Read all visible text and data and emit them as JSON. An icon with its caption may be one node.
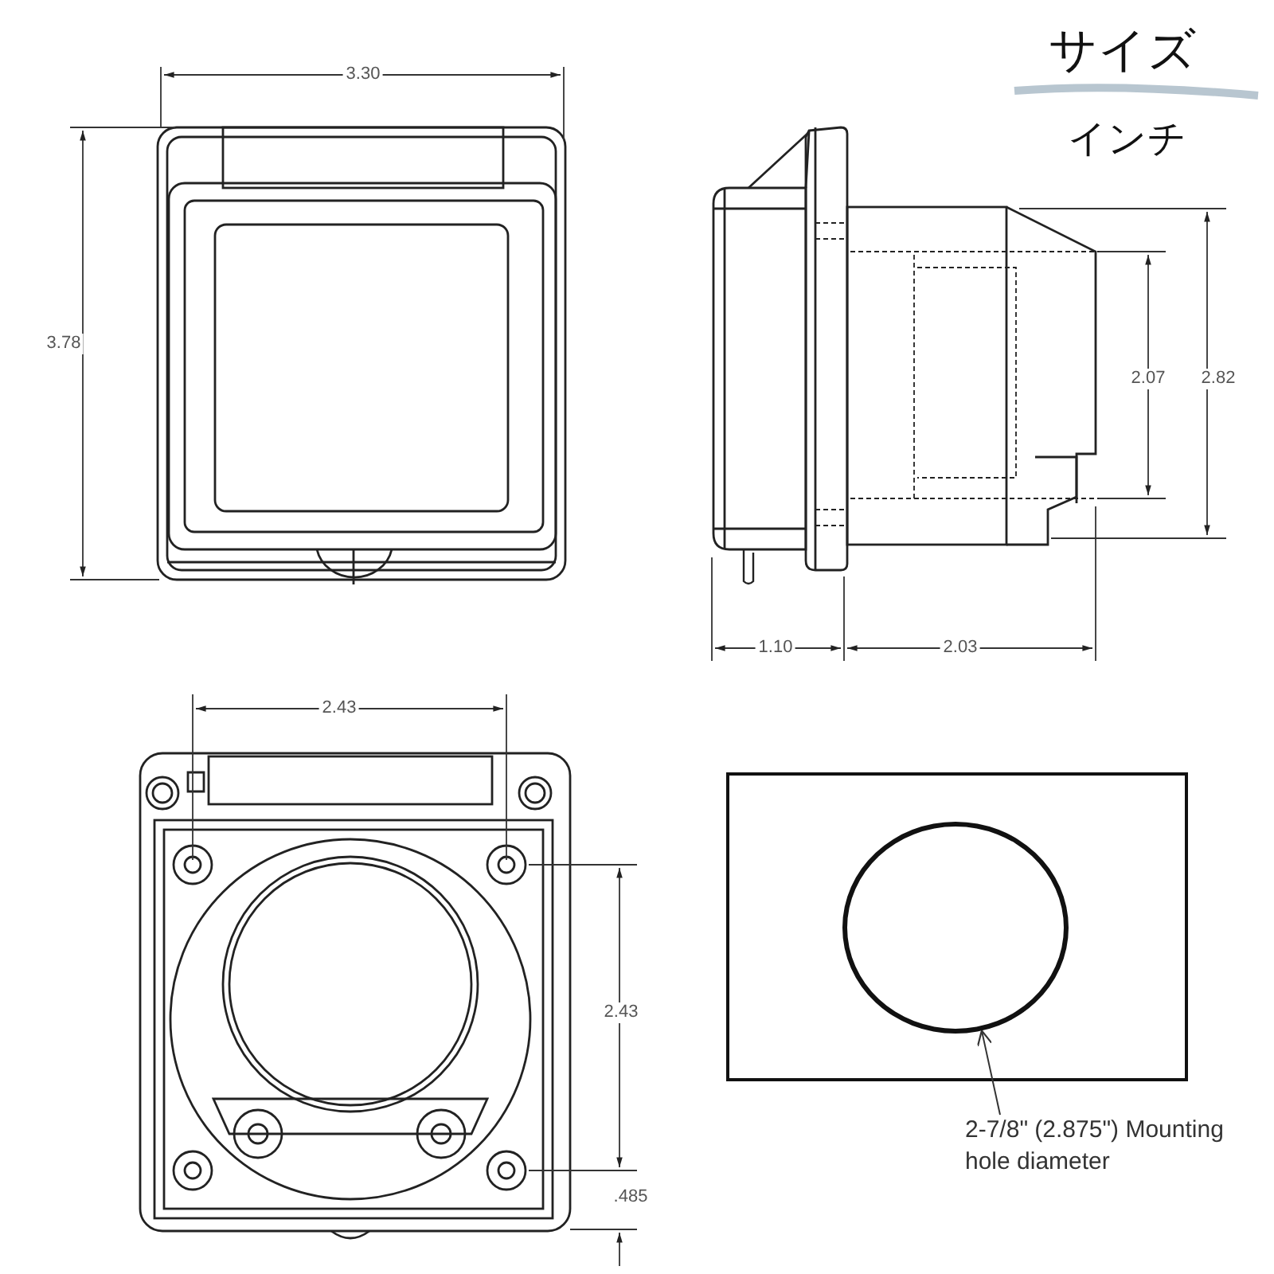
{
  "diagram": {
    "title": "サイズ",
    "nodes": [
      {
        "text": [],
        "shape": "box"
      },
      {
        "text": [],
        "shape": "circle",
        "in": 0
      },
      {
        "text": [
          "2-7/8\" (2.875\") Mounting hole diameter"
        ]
      }
    ],
    "edges": [
      {
        "from": 2,
        "to": 1,
        "arrow": "to"
      }
    ],
    "labels": [
      "インチ",
      "3.30",
      "3.78",
      "2.07",
      "2.82",
      "1.10",
      "2.03",
      "2.43",
      "2.43",
      ".485"
    ]
  }
}
